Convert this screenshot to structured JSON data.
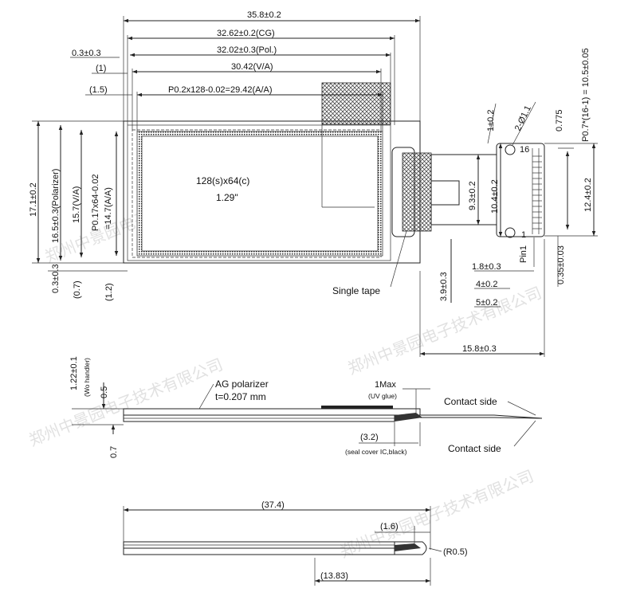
{
  "top_view": {
    "overall_width": "35.8±0.2",
    "cg_width": "32.62±0.2(CG)",
    "pol_offset": "0.3±0.3",
    "pol_width": "32.02±0.3(Pol.)",
    "va_offset": "(1)",
    "va_width": "30.42(V/A)",
    "aa_offset": "(1.5)",
    "aa_width": "P0.2x128-0.02=29.42(A/A)",
    "resolution": "128(s)x64(c)",
    "diagonal": "1.29\"",
    "overall_height": "17.1±0.2",
    "pol_height": "16.5±0.3(Polarizer)",
    "va_height": "15.7(V/A)",
    "aa_height_line1": "P0.17x64-0.02",
    "aa_height_line2": "=14.7(A/A)",
    "bottom_offset_1": "0.3±0.3",
    "bottom_offset_2": "(0.7)",
    "bottom_offset_3": "(1.2)",
    "single_tape": "Single tape",
    "fpc_offset": "3.9±0.3",
    "fpc_height_1": "9.3±0.2",
    "fpc_height_2": "10.4±0.2",
    "fpc_height_3": "12.4±0.2",
    "pin_offset": "1±0.2",
    "hole_dia": "2-Ø1.1",
    "pitch_offset": "0.775",
    "pitch": "P0.7*(16-1) = 10.5±0.05",
    "pin_16": "16",
    "pin_1": "1",
    "pin1_label": "Pin1",
    "pin_pad": "0.35±0.03",
    "fpc_dim_1": "1.8±0.3",
    "fpc_dim_2": "4±0.2",
    "fpc_dim_3": "5±0.2",
    "fpc_length": "15.8±0.3"
  },
  "side_view": {
    "thickness": "1.22±0.1",
    "wo_handler": "(Wo handler)",
    "glass_thickness": "0.5",
    "cg_thickness": "0.7",
    "ag_label": "AG polarizer",
    "ag_thickness": "t=0.207 mm",
    "uv_max": "1Max",
    "uv_glue": "(UV glue)",
    "seal_dim": "(3.2)",
    "seal_note": "(seal cover IC,black)",
    "contact_side_top": "Contact side",
    "contact_side_bottom": "Contact side"
  },
  "bottom_view": {
    "overall_length": "(37.4)",
    "bend_offset": "(1.6)",
    "bend_radius": "(R0.5)",
    "bend_length": "(13.83)"
  },
  "watermark": "郑州中景园电子技术有限公司"
}
